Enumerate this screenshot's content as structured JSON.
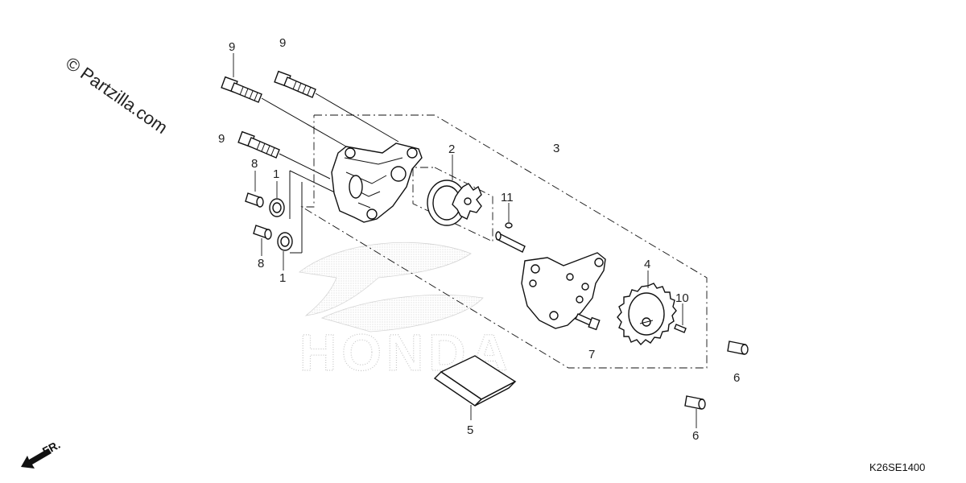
{
  "watermark": {
    "text": "© Partzilla.com"
  },
  "diagram_code": "K26SE1400",
  "front_indicator": {
    "label": "FR."
  },
  "callouts": {
    "c1_top": "1",
    "c1_bottom": "1",
    "c2": "2",
    "c3": "3",
    "c4": "4",
    "c5": "5",
    "c6_upper": "6",
    "c6_lower": "6",
    "c7": "7",
    "c8_top": "8",
    "c8_bottom": "8",
    "c9_left": "9",
    "c9_right": "9",
    "c9_middle": "9",
    "c10": "10",
    "c11": "11"
  },
  "background_logo": {
    "text": "HONDA",
    "icon": "honda-wing-icon"
  }
}
